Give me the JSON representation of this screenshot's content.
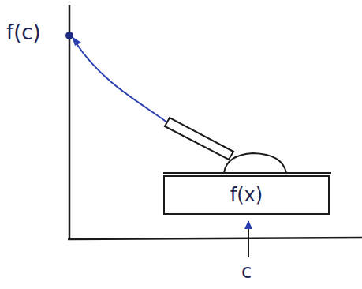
{
  "diagram": {
    "nodes": [
      {
        "text": [
          "f(x)"
        ]
      }
    ],
    "labels": [
      "f(c)",
      "c"
    ]
  }
}
